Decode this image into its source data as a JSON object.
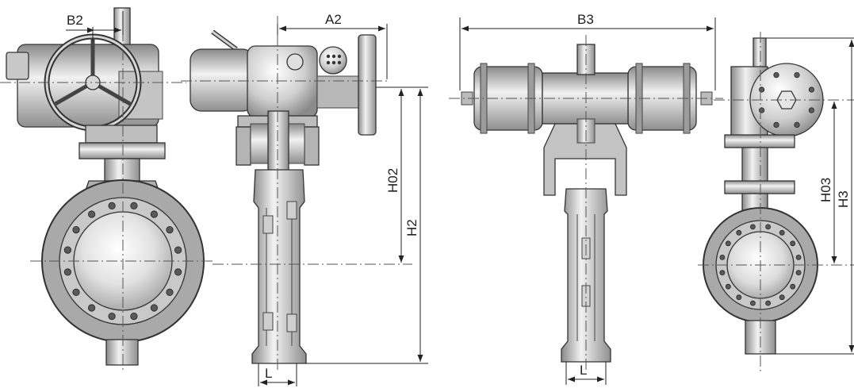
{
  "labels": {
    "b2": "B2",
    "a2": "A2",
    "h02": "H02",
    "h2": "H2",
    "l_left": "L",
    "b3": "B3",
    "l_right": "L",
    "h03": "H03",
    "h3": "H3"
  },
  "colors": {
    "metal_dark": "#8c8c8c",
    "metal_mid": "#b9b9b9",
    "metal_light": "#e6e6e6",
    "outline": "#333333",
    "ink": "#222222"
  }
}
